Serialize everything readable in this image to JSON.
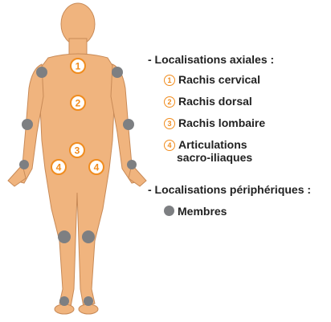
{
  "colors": {
    "body": "#f0b47e",
    "body_outline": "#c88a57",
    "joint_marker": "#7d7f82",
    "number_circle": "#f08c1e",
    "legend_text": "#222222"
  },
  "figure": {
    "markers": [
      "1",
      "2",
      "3",
      "4",
      "4"
    ]
  },
  "legend": {
    "axial_heading": "- Localisations axiales :",
    "axial_items": [
      {
        "num": "1",
        "label": "Rachis cervical"
      },
      {
        "num": "2",
        "label": "Rachis dorsal"
      },
      {
        "num": "3",
        "label": "Rachis lombaire"
      },
      {
        "num": "4",
        "label": "Articulations",
        "label2": "sacro-iliaques"
      }
    ],
    "peripheral_heading": "- Localisations périphériques :",
    "peripheral_items": [
      {
        "icon": "gray-dot-icon",
        "label": "Membres"
      }
    ]
  }
}
